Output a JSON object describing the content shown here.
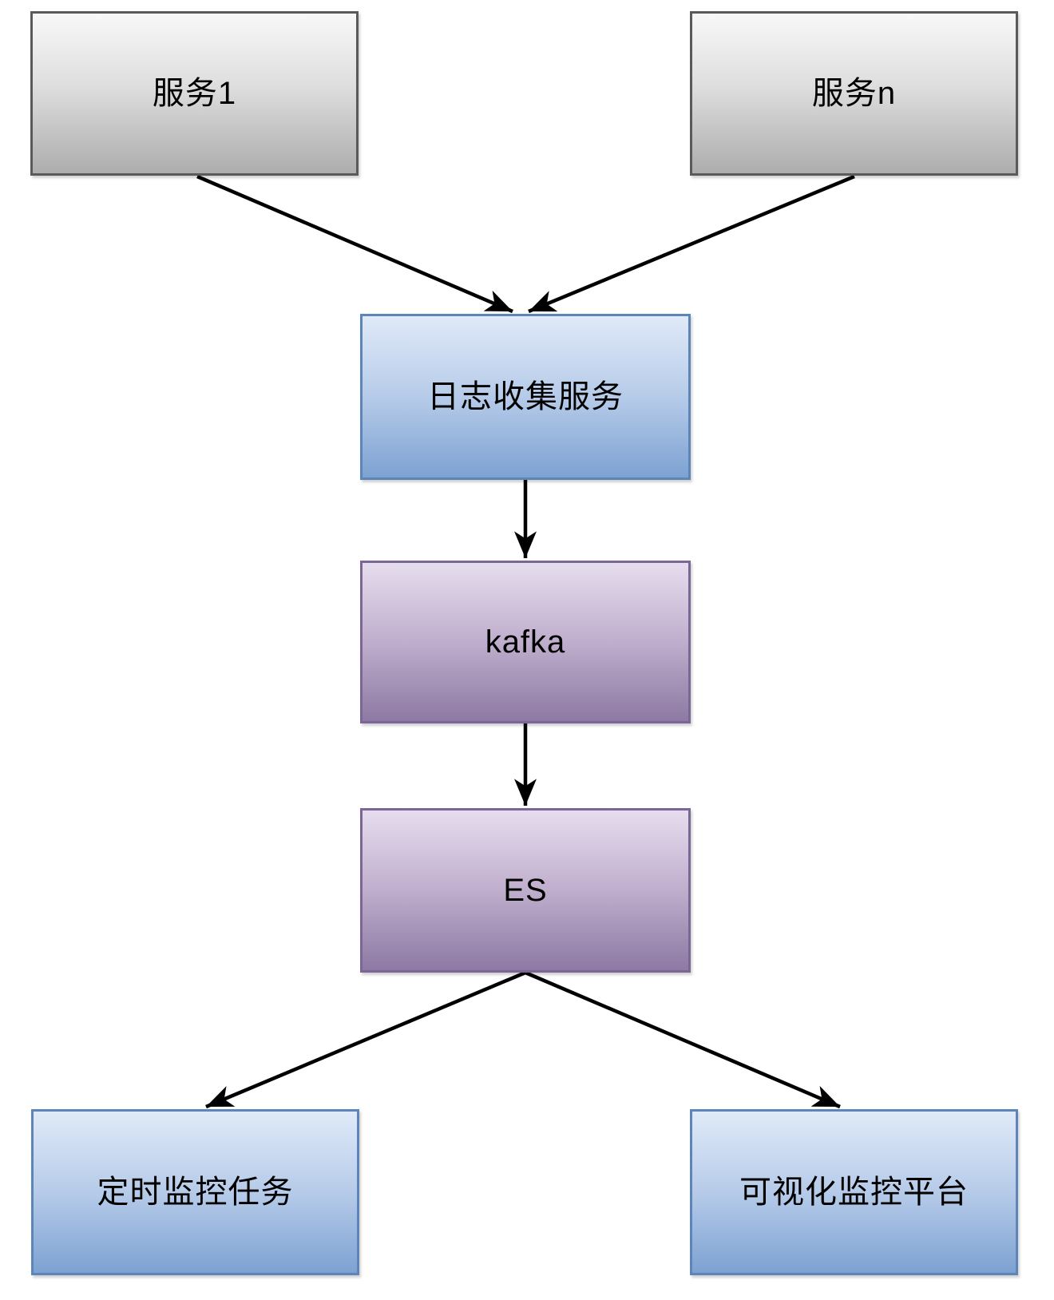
{
  "diagram": {
    "title": "log-monitoring-architecture-flowchart",
    "background_color": "#ffffff",
    "arrow_color": "#000000",
    "nodes": [
      {
        "id": "service-1",
        "label": "服务1",
        "style": "gray"
      },
      {
        "id": "service-n",
        "label": "服务n",
        "style": "gray"
      },
      {
        "id": "log-collection-service",
        "label": "日志收集服务",
        "style": "blue"
      },
      {
        "id": "kafka",
        "label": "kafka",
        "style": "purple"
      },
      {
        "id": "es",
        "label": "ES",
        "style": "purple"
      },
      {
        "id": "scheduled-monitor-task",
        "label": "定时监控任务",
        "style": "blue"
      },
      {
        "id": "visual-monitor-platform",
        "label": "可视化监控平台",
        "style": "blue"
      }
    ],
    "edges": [
      {
        "from": "service-1",
        "to": "log-collection-service"
      },
      {
        "from": "service-n",
        "to": "log-collection-service"
      },
      {
        "from": "log-collection-service",
        "to": "kafka"
      },
      {
        "from": "kafka",
        "to": "es"
      },
      {
        "from": "es",
        "to": "scheduled-monitor-task"
      },
      {
        "from": "es",
        "to": "visual-monitor-platform"
      }
    ],
    "colors": {
      "gray_box_top": "#f8f8f8",
      "gray_box_bottom": "#adadad",
      "gray_box_border": "#5a5a5a",
      "blue_box_top": "#e0eaf8",
      "blue_box_bottom": "#7da2d2",
      "blue_box_border": "#5e85b8",
      "purple_box_top": "#e6ddee",
      "purple_box_bottom": "#8d79a3",
      "purple_box_border": "#7a6795"
    }
  }
}
